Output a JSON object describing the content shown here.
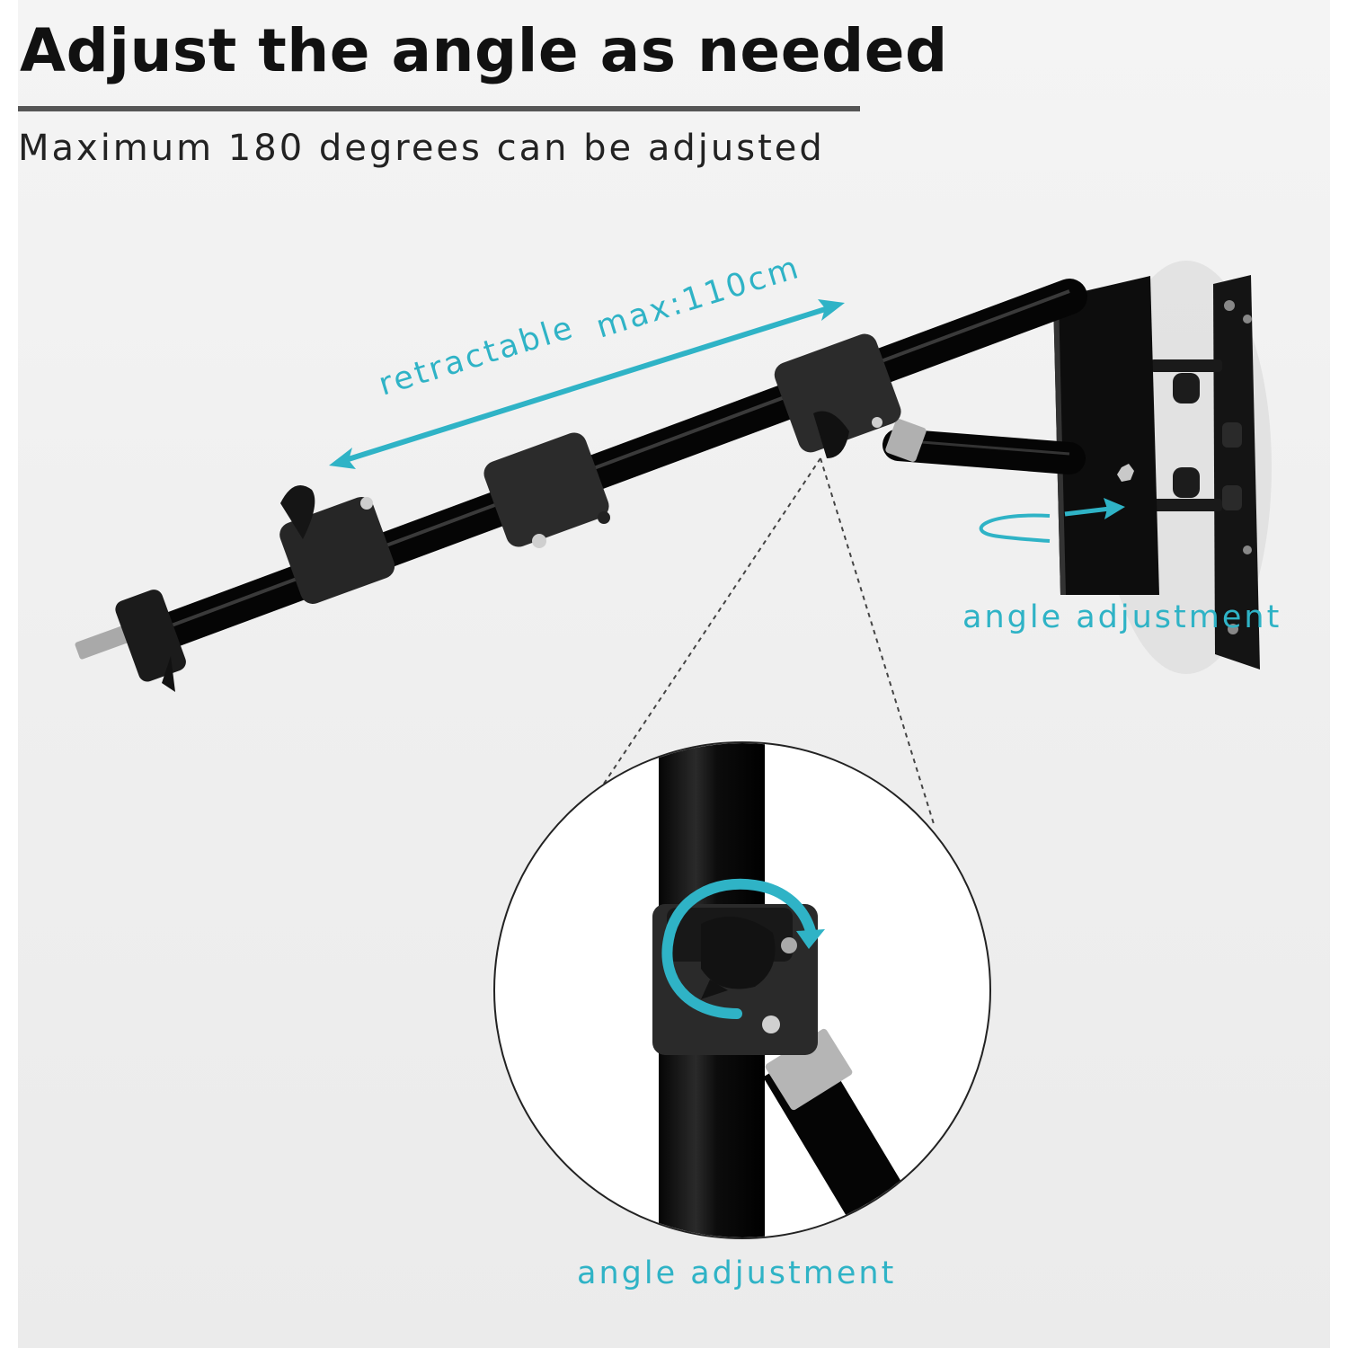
{
  "header": {
    "title": "Adjust the angle as needed",
    "subtitle": "Maximum 180 degrees can be adjusted"
  },
  "callouts": {
    "retractable": "retractable",
    "max_length": "max:110cm",
    "angle_adjust_bracket": "angle adjustment",
    "angle_adjust_clamp": "angle adjustment"
  },
  "colors": {
    "accent": "#2fb3c6",
    "metal": "#111111",
    "background": "#efefef"
  },
  "icons": {
    "extend_arrow": "double-headed-arrow",
    "rotate_arrow_bracket": "curved-rotation-arrow",
    "rotate_arrow_clamp": "circular-rotation-arrow"
  }
}
